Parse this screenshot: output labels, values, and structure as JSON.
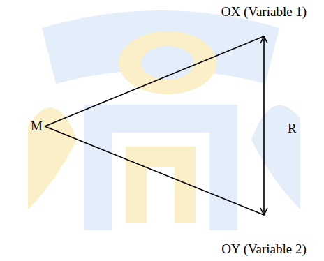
{
  "diagram": {
    "nodes": [
      {
        "text": [
          "M"
        ]
      },
      {
        "text": [
          "OX (Variable 1)"
        ]
      },
      {
        "text": [
          "OY (Variable 2)"
        ]
      }
    ],
    "edges": [
      {
        "from": 0,
        "to": 1,
        "arrow": "none"
      },
      {
        "from": 0,
        "to": 2,
        "arrow": "none"
      },
      {
        "from": 1,
        "to": 2,
        "label": "R",
        "arrow": "both"
      }
    ]
  }
}
